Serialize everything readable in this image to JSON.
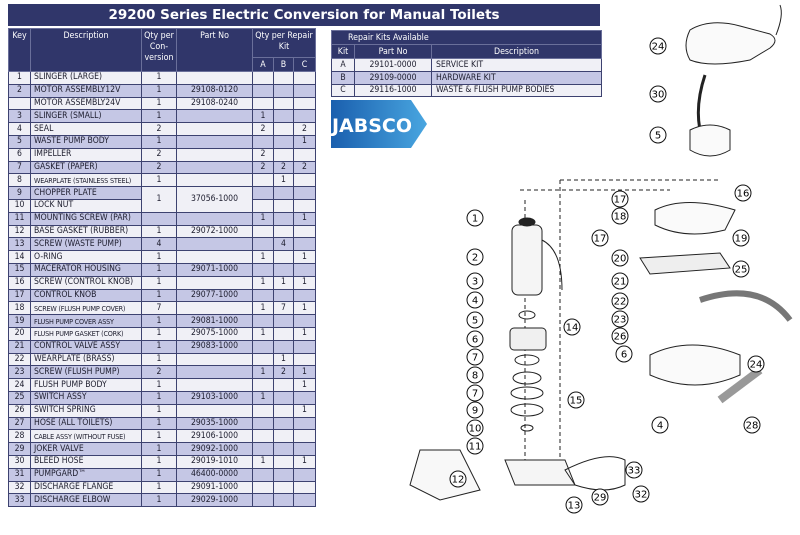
{
  "title": "29200 Series Electric Conversion for Manual Toilets",
  "parts_table": {
    "headers": {
      "key": "Key",
      "description": "Description",
      "qty_conv": "Qty per Con- version",
      "part_no": "Part No",
      "qty_kit": "Qty per Repair Kit",
      "kit_a": "A",
      "kit_b": "B",
      "kit_c": "C"
    },
    "rows": [
      {
        "key": "1",
        "desc": "SLINGER (LARGE)",
        "qty": "1",
        "part": "",
        "a": "",
        "b": "",
        "c": ""
      },
      {
        "key": "2",
        "desc": "MOTOR ASSEMBLY12V",
        "qty": "1",
        "part": "29108-0120",
        "a": "",
        "b": "",
        "c": ""
      },
      {
        "key": "",
        "desc": "MOTOR ASSEMBLY24V",
        "qty": "1",
        "part": "29108-0240",
        "a": "",
        "b": "",
        "c": ""
      },
      {
        "key": "3",
        "desc": "SLINGER (SMALL)",
        "qty": "1",
        "part": "",
        "a": "1",
        "b": "",
        "c": ""
      },
      {
        "key": "4",
        "desc": "SEAL",
        "qty": "2",
        "part": "",
        "a": "2",
        "b": "",
        "c": "2"
      },
      {
        "key": "5",
        "desc": "WASTE PUMP BODY",
        "qty": "1",
        "part": "",
        "a": "",
        "b": "",
        "c": "1"
      },
      {
        "key": "6",
        "desc": "IMPELLER",
        "qty": "2",
        "part": "",
        "a": "2",
        "b": "",
        "c": ""
      },
      {
        "key": "7",
        "desc": "GASKET (PAPER)",
        "qty": "2",
        "part": "",
        "a": "2",
        "b": "2",
        "c": "2"
      },
      {
        "key": "8",
        "desc": "WEARPLATE (STAINLESS STEEL)",
        "qty": "1",
        "part": "",
        "a": "",
        "b": "1",
        "c": "",
        "small": true
      },
      {
        "key": "9",
        "desc": "CHOPPER PLATE",
        "qty": "1",
        "part": "37056-1000",
        "a": "",
        "b": "",
        "c": "",
        "merge": true
      },
      {
        "key": "10",
        "desc": "LOCK NUT",
        "a": "",
        "b": "",
        "c": "",
        "merged": true
      },
      {
        "key": "11",
        "desc": "MOUNTING SCREW (PAR)",
        "qty": "",
        "part": "",
        "a": "1",
        "b": "",
        "c": "1"
      },
      {
        "key": "12",
        "desc": "BASE GASKET (RUBBER)",
        "qty": "1",
        "part": "29072-1000",
        "a": "",
        "b": "",
        "c": ""
      },
      {
        "key": "13",
        "desc": "SCREW (WASTE PUMP)",
        "qty": "4",
        "part": "",
        "a": "",
        "b": "4",
        "c": ""
      },
      {
        "key": "14",
        "desc": "O-RING",
        "qty": "1",
        "part": "",
        "a": "1",
        "b": "",
        "c": "1"
      },
      {
        "key": "15",
        "desc": "MACERATOR HOUSING",
        "qty": "1",
        "part": "29071-1000",
        "a": "",
        "b": "",
        "c": ""
      },
      {
        "key": "16",
        "desc": "SCREW (CONTROL KNOB)",
        "qty": "1",
        "part": "",
        "a": "1",
        "b": "1",
        "c": "1"
      },
      {
        "key": "17",
        "desc": "CONTROL KNOB",
        "qty": "1",
        "part": "29077-1000",
        "a": "",
        "b": "",
        "c": ""
      },
      {
        "key": "18",
        "desc": "SCREW (FLUSH PUMP COVER)",
        "qty": "7",
        "part": "",
        "a": "1",
        "b": "7",
        "c": "1",
        "small": true
      },
      {
        "key": "19",
        "desc": "FLUSH PUMP COVER ASSY",
        "qty": "1",
        "part": "29081-1000",
        "a": "",
        "b": "",
        "c": "",
        "small": true
      },
      {
        "key": "20",
        "desc": "FLUSH PUMP GASKET (CORK)",
        "qty": "1",
        "part": "29075-1000",
        "a": "1",
        "b": "",
        "c": "1",
        "small": true
      },
      {
        "key": "21",
        "desc": "CONTROL VALVE ASSY",
        "qty": "1",
        "part": "29083-1000",
        "a": "",
        "b": "",
        "c": ""
      },
      {
        "key": "22",
        "desc": "WEARPLATE (BRASS)",
        "qty": "1",
        "part": "",
        "a": "",
        "b": "1",
        "c": ""
      },
      {
        "key": "23",
        "desc": "SCREW (FLUSH PUMP)",
        "qty": "2",
        "part": "",
        "a": "1",
        "b": "2",
        "c": "1"
      },
      {
        "key": "24",
        "desc": "FLUSH PUMP BODY",
        "qty": "1",
        "part": "",
        "a": "",
        "b": "",
        "c": "1"
      },
      {
        "key": "25",
        "desc": "SWITCH ASSY",
        "qty": "1",
        "part": "29103-1000",
        "a": "1",
        "b": "",
        "c": ""
      },
      {
        "key": "26",
        "desc": "SWITCH SPRING",
        "qty": "1",
        "part": "",
        "a": "",
        "b": "",
        "c": "1"
      },
      {
        "key": "27",
        "desc": "HOSE (ALL TOILETS)",
        "qty": "1",
        "part": "29035-1000",
        "a": "",
        "b": "",
        "c": ""
      },
      {
        "key": "28",
        "desc": "CABLE ASSY (WITHOUT FUSE)",
        "qty": "1",
        "part": "29106-1000",
        "a": "",
        "b": "",
        "c": "",
        "small": true
      },
      {
        "key": "29",
        "desc": "JOKER VALVE",
        "qty": "1",
        "part": "29092-1000",
        "a": "",
        "b": "",
        "c": ""
      },
      {
        "key": "30",
        "desc": "BLEED HOSE",
        "qty": "1",
        "part": "29019-1010",
        "a": "1",
        "b": "",
        "c": "1"
      },
      {
        "key": "31",
        "desc": "PUMPGARD™",
        "qty": "1",
        "part": "46400-0000",
        "a": "",
        "b": "",
        "c": ""
      },
      {
        "key": "32",
        "desc": "DISCHARGE FLANGE",
        "qty": "1",
        "part": "29091-1000",
        "a": "",
        "b": "",
        "c": ""
      },
      {
        "key": "33",
        "desc": "DISCHARGE ELBOW",
        "qty": "1",
        "part": "29029-1000",
        "a": "",
        "b": "",
        "c": ""
      }
    ]
  },
  "kits_table": {
    "title": "Repair Kits Available",
    "headers": {
      "kit": "Kit",
      "part_no": "Part No",
      "description": "Description"
    },
    "rows": [
      {
        "kit": "A",
        "part": "29101-0000",
        "desc": "SERVICE KIT"
      },
      {
        "kit": "B",
        "part": "29109-0000",
        "desc": "HARDWARE KIT"
      },
      {
        "kit": "C",
        "part": "29116-1000",
        "desc": "WASTE & FLUSH PUMP BODIES"
      }
    ]
  },
  "logo": {
    "text": "JABSCO",
    "color": "#1f6fb8"
  },
  "diagram": {
    "callouts": [
      "24",
      "30",
      "5",
      "16",
      "17",
      "18",
      "17",
      "19",
      "20",
      "21",
      "25",
      "22",
      "23",
      "26",
      "6",
      "24",
      "28",
      "1",
      "2",
      "3",
      "4",
      "5",
      "6",
      "7",
      "8",
      "7",
      "9",
      "10",
      "11",
      "14",
      "15",
      "4",
      "33",
      "32",
      "29",
      "13",
      "12"
    ]
  }
}
